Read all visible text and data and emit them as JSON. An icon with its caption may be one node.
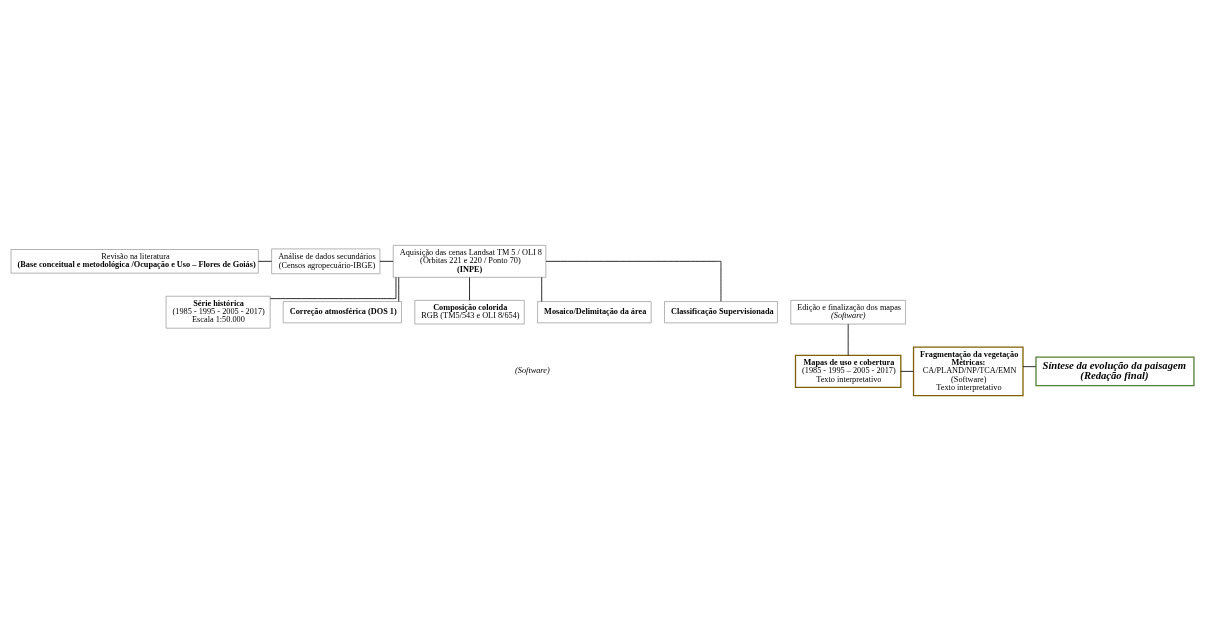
{
  "diagram": {
    "nodes": [
      {
        "text": [
          "Revisão na literatura",
          "(Base conceitual e metodológica /Ocupação e Uso – Flores de Goiás)"
        ]
      },
      {
        "text": [
          "Análise de dados secundários",
          "(Censos agropecuário-IBGE)"
        ]
      },
      {
        "text": [
          "Aquisição das cenas Landsat TM 5 / OLI 8",
          "(Órbitas 221 e 220 / Ponto 70)",
          "(INPE)"
        ]
      },
      {
        "text": [
          "Série histórica",
          "(1985 - 1995 - 2005 - 2017)",
          "Escala 1:50.000"
        ]
      },
      {
        "text": [
          "Correção atmosférica (DOS 1)"
        ]
      },
      {
        "text": [
          "Composição colorida",
          "RGB (TM5/543 e OLI 8/654)"
        ]
      },
      {
        "text": [
          "Mosaico/Delimitação da área"
        ]
      },
      {
        "text": [
          "Classificação Supervisionada"
        ]
      },
      {
        "text": [
          "Edição e finalização dos mapas",
          "(Software)"
        ]
      },
      {
        "text": [
          "Mapas de uso e cobertura",
          "(1985 - 1995 – 2005 - 2017)",
          "Texto interpretativo"
        ]
      },
      {
        "text": [
          "Fragmentação da vegetação",
          "Métricas:",
          "CA/PLAND/NP/TCA/EMN",
          "(Software)",
          "Texto interpretativo"
        ]
      },
      {
        "text": [
          "Síntese da evolução da paisagem",
          "(Redação final)"
        ]
      }
    ],
    "edges": [
      {
        "from": 0,
        "to": 1,
        "arrow": "none"
      },
      {
        "from": 1,
        "to": 2,
        "arrow": "none"
      },
      {
        "from": 2,
        "to": 3,
        "arrow": "none"
      },
      {
        "from": 2,
        "to": 4,
        "arrow": "none"
      },
      {
        "from": 2,
        "to": 5,
        "arrow": "none"
      },
      {
        "from": 2,
        "to": 6,
        "arrow": "none"
      },
      {
        "from": 2,
        "to": 7,
        "arrow": "none"
      },
      {
        "from": 8,
        "to": 9,
        "arrow": "none"
      },
      {
        "from": 9,
        "to": 10,
        "arrow": "none"
      },
      {
        "from": 10,
        "to": 11,
        "arrow": "none"
      }
    ],
    "labels": [
      "(Software)"
    ]
  }
}
